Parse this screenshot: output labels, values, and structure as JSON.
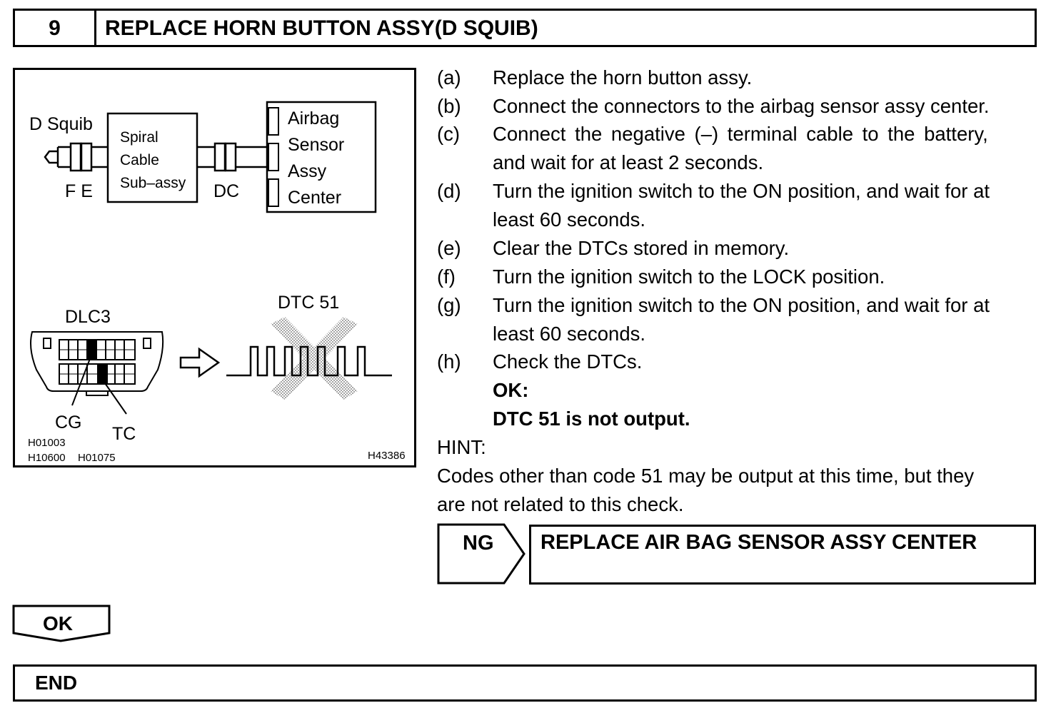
{
  "header": {
    "step_number": "9",
    "title": "REPLACE HORN BUTTON ASSY(D SQUIB)"
  },
  "figure": {
    "d_squib": "D Squib",
    "fe": "F E",
    "spiral_lines": [
      "Spiral",
      "Cable",
      "Sub–assy"
    ],
    "dc": "DC",
    "airbag_lines": [
      "Airbag",
      "Sensor",
      "Assy",
      "Center"
    ],
    "dlc3": "DLC3",
    "cg": "CG",
    "tc": "TC",
    "dtc51": "DTC 51",
    "ref_h01003": "H01003",
    "ref_h10600": "H10600",
    "ref_h01075": "H01075",
    "ref_h43386": "H43386"
  },
  "steps": [
    {
      "label": "(a)",
      "lines": [
        "Replace the horn button assy."
      ]
    },
    {
      "label": "(b)",
      "lines": [
        "Connect the connectors to the airbag sensor assy center."
      ]
    },
    {
      "label": "(c)",
      "lines": [
        "Connect the negative (–) terminal cable to the battery,",
        "and wait for at least 2 seconds."
      ]
    },
    {
      "label": "(d)",
      "lines": [
        "Turn the ignition switch to the ON position, and wait for at",
        "least 60 seconds."
      ]
    },
    {
      "label": "(e)",
      "lines": [
        "Clear the DTCs stored in memory."
      ]
    },
    {
      "label": "(f)",
      "lines": [
        "Turn the ignition switch to the LOCK position."
      ]
    },
    {
      "label": "(g)",
      "lines": [
        "Turn the ignition switch to the ON position, and wait for at",
        "least 60 seconds."
      ]
    },
    {
      "label": "(h)",
      "lines": [
        "Check the DTCs."
      ]
    }
  ],
  "ok_heading": "OK:",
  "ok_result": "DTC 51 is not output.",
  "hint_label": "HINT:",
  "hint_lines": [
    "Codes other than code 51 may be output at this time, but they",
    "are not related to this check."
  ],
  "ng": {
    "label": "NG",
    "result": "REPLACE AIR BAG SENSOR ASSY CENTER"
  },
  "ok_tab": "OK",
  "end": "END"
}
